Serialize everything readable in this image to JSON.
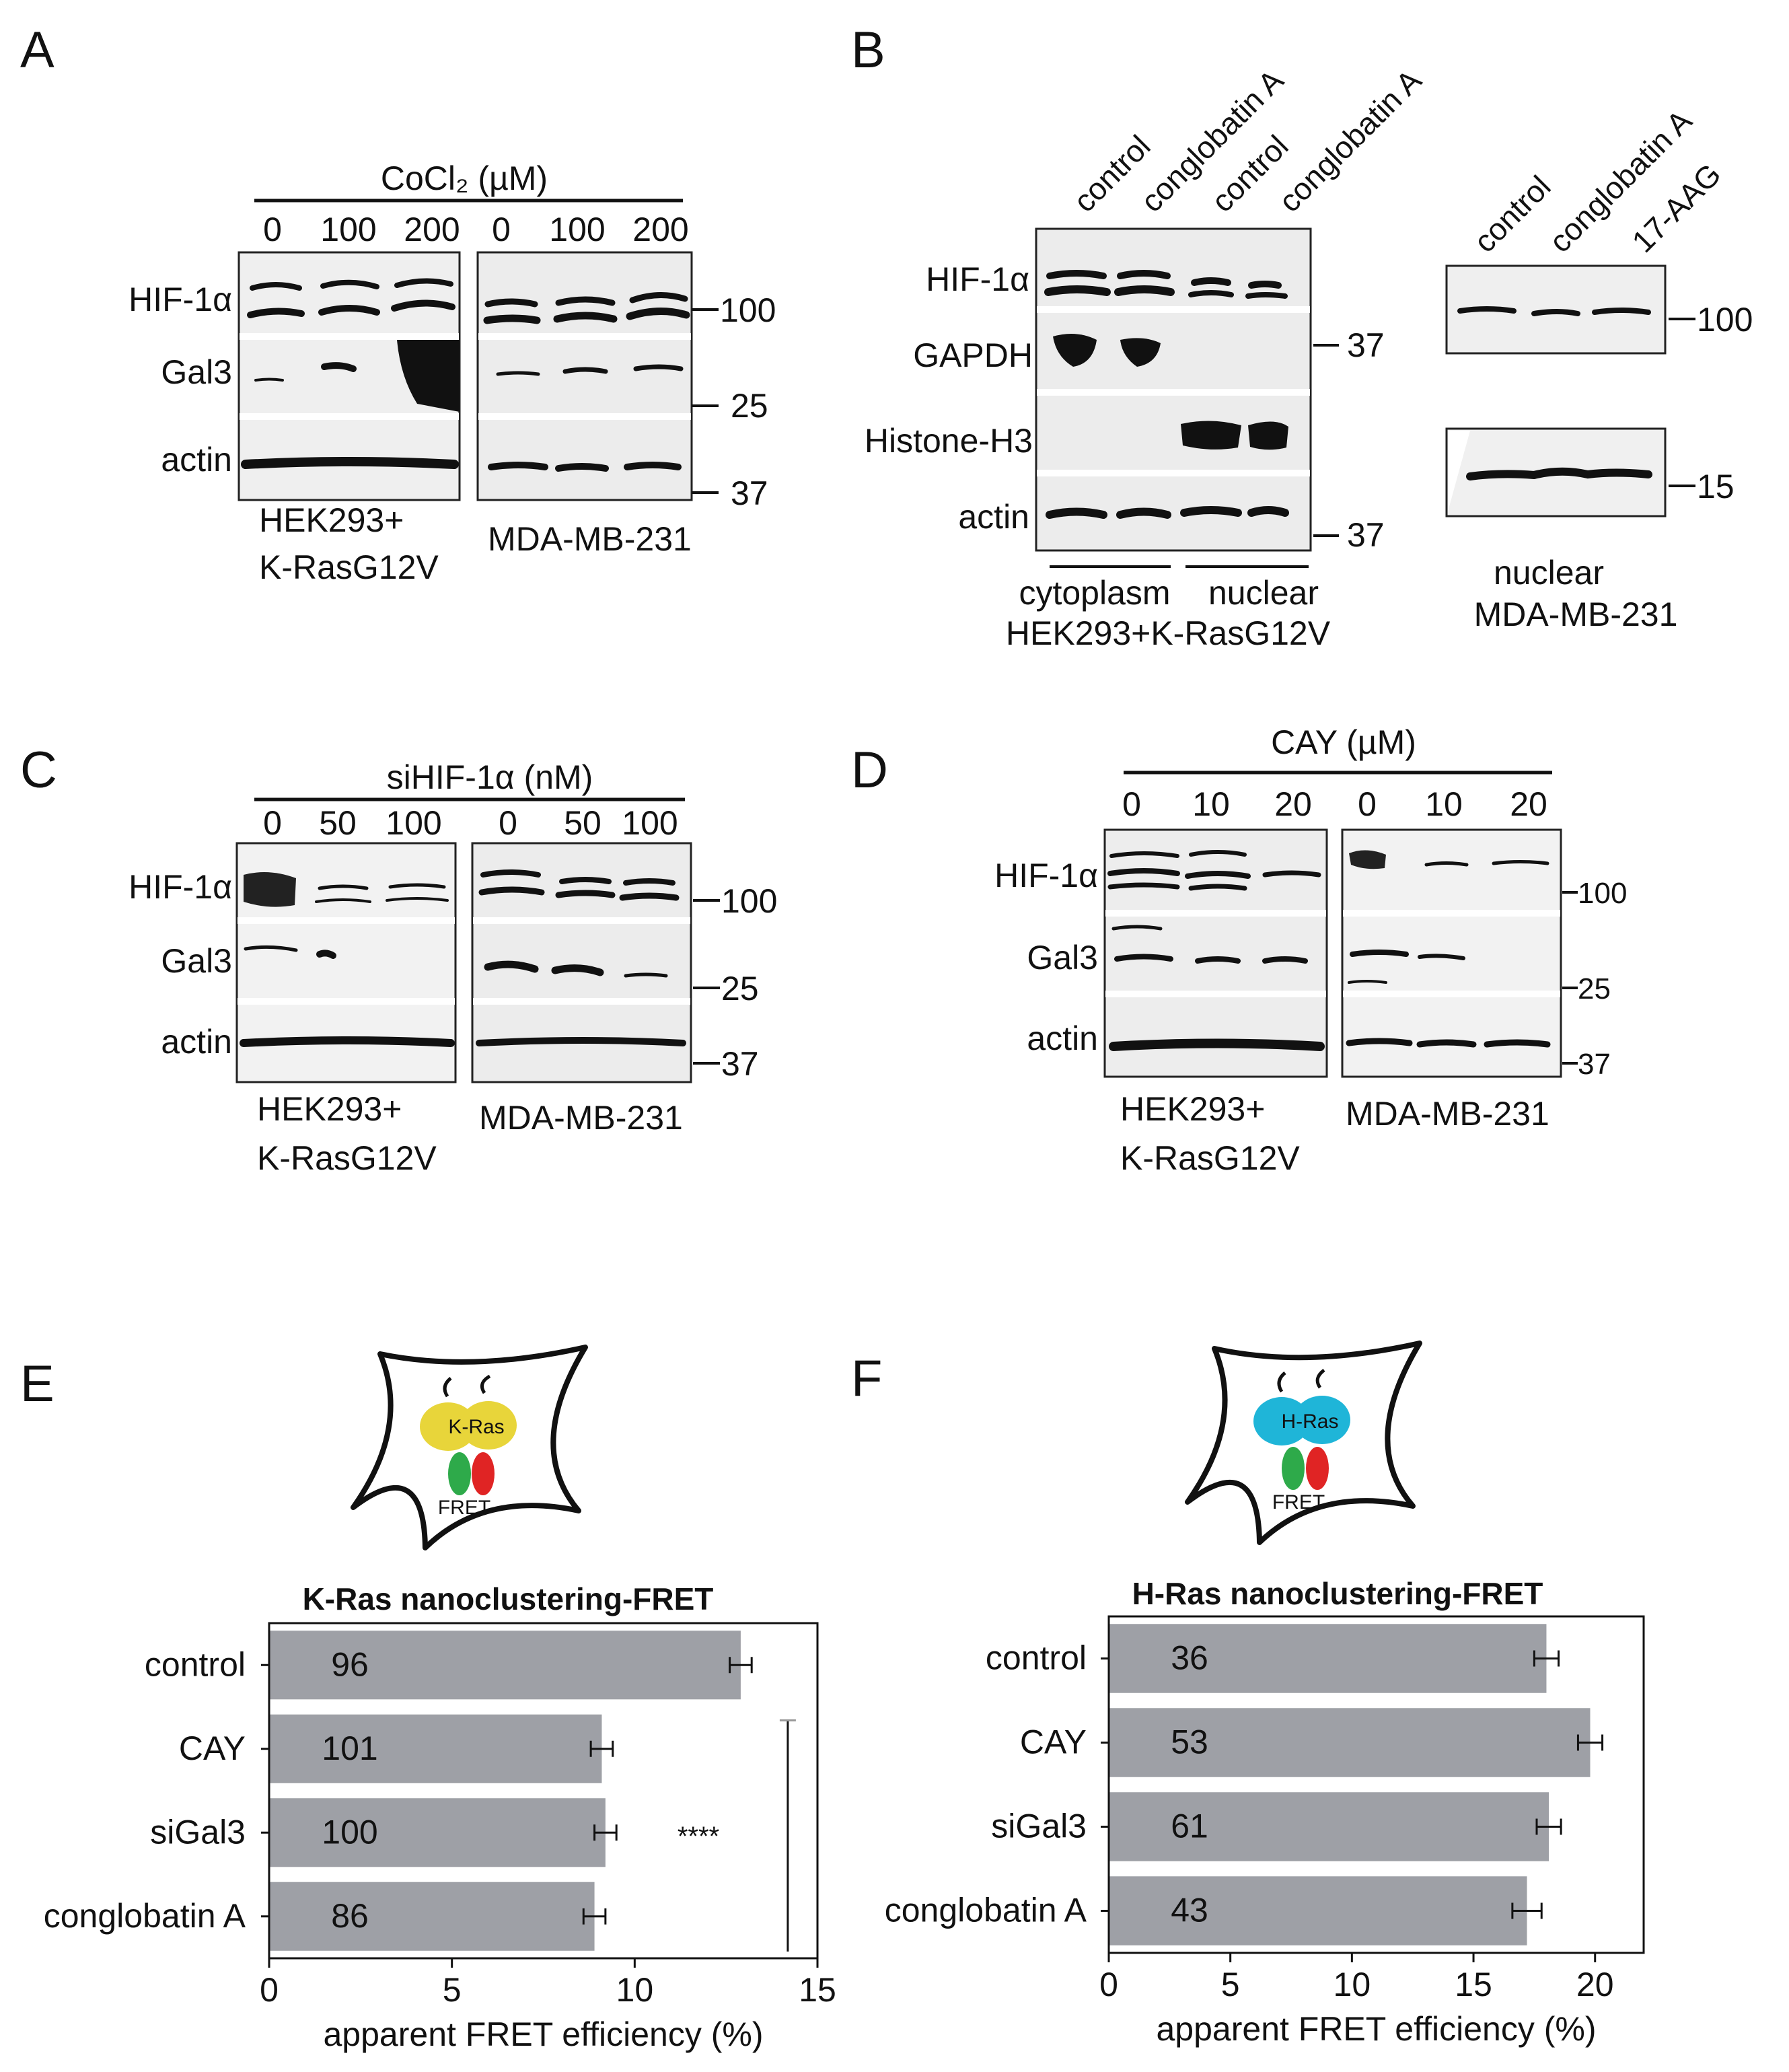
{
  "panels": {
    "A": {
      "letter": "A",
      "treatment": "CoCl₂ (µM)",
      "doses": [
        "0",
        "100",
        "200",
        "0",
        "100",
        "200"
      ],
      "rows": [
        "HIF-1α",
        "Gal3",
        "actin"
      ],
      "markers": [
        "100",
        "25",
        "37"
      ],
      "cells_left": [
        "HEK293+",
        "K-RasG12V"
      ],
      "cells_right": "MDA-MB-231"
    },
    "B": {
      "letter": "B",
      "lanes": [
        "control",
        "conglobatin A",
        "control",
        "conglobatin A"
      ],
      "rows": [
        "HIF-1α",
        "GAPDH",
        "Histone-H3",
        "actin"
      ],
      "markers": [
        "37",
        "37"
      ],
      "fractions": [
        "cytoplasm",
        "nuclear"
      ],
      "cell_line": "HEK293+K-RasG12V",
      "right_lanes": [
        "control",
        "conglobatin A",
        "17-AAG"
      ],
      "right_markers": [
        "100",
        "15"
      ],
      "right_labels": [
        "nuclear",
        "MDA-MB-231"
      ]
    },
    "C": {
      "letter": "C",
      "treatment": "siHIF-1α (nM)",
      "doses": [
        "0",
        "50",
        "100",
        "0",
        "50",
        "100"
      ],
      "rows": [
        "HIF-1α",
        "Gal3",
        "actin"
      ],
      "markers": [
        "100",
        "25",
        "37"
      ],
      "cells_left": [
        "HEK293+",
        "K-RasG12V"
      ],
      "cells_right": "MDA-MB-231"
    },
    "D": {
      "letter": "D",
      "treatment": "CAY (µM)",
      "doses": [
        "0",
        "10",
        "20",
        "0",
        "10",
        "20"
      ],
      "rows": [
        "HIF-1α",
        "Gal3",
        "actin"
      ],
      "markers": [
        "100",
        "25",
        "37"
      ],
      "cells_left": [
        "HEK293+",
        "K-RasG12V"
      ],
      "cells_right": "MDA-MB-231"
    },
    "E": {
      "letter": "E",
      "schematic_protein": "K-Ras",
      "schematic_fret": "FRET",
      "significance": "****"
    },
    "F": {
      "letter": "F",
      "schematic_protein": "H-Ras",
      "schematic_fret": "FRET"
    }
  },
  "chart_data": [
    {
      "type": "bar",
      "orientation": "horizontal",
      "title": "K-Ras nanoclustering-FRET",
      "xlabel": "apparent FRET efficiency (%)",
      "categories": [
        "control",
        "CAY",
        "siGal3",
        "conglobatin A"
      ],
      "values": [
        12.9,
        9.1,
        9.2,
        8.9
      ],
      "errors": [
        0.3,
        0.3,
        0.3,
        0.3
      ],
      "n_labels": [
        "96",
        "101",
        "100",
        "86"
      ],
      "xlim": [
        0,
        15
      ],
      "xticks": [
        "0",
        "5",
        "10",
        "15"
      ],
      "grid": false,
      "bar_color": "#9ea0a6"
    },
    {
      "type": "bar",
      "orientation": "horizontal",
      "title": "H-Ras nanoclustering-FRET",
      "xlabel": "apparent FRET efficiency (%)",
      "categories": [
        "control",
        "CAY",
        "siGal3",
        "conglobatin A"
      ],
      "values": [
        18.0,
        19.8,
        18.1,
        17.2
      ],
      "errors": [
        0.5,
        0.5,
        0.5,
        0.6
      ],
      "n_labels": [
        "36",
        "53",
        "61",
        "43"
      ],
      "xlim": [
        0,
        22
      ],
      "xticks": [
        "0",
        "5",
        "10",
        "15",
        "20"
      ],
      "grid": false,
      "bar_color": "#9ea0a6"
    }
  ]
}
